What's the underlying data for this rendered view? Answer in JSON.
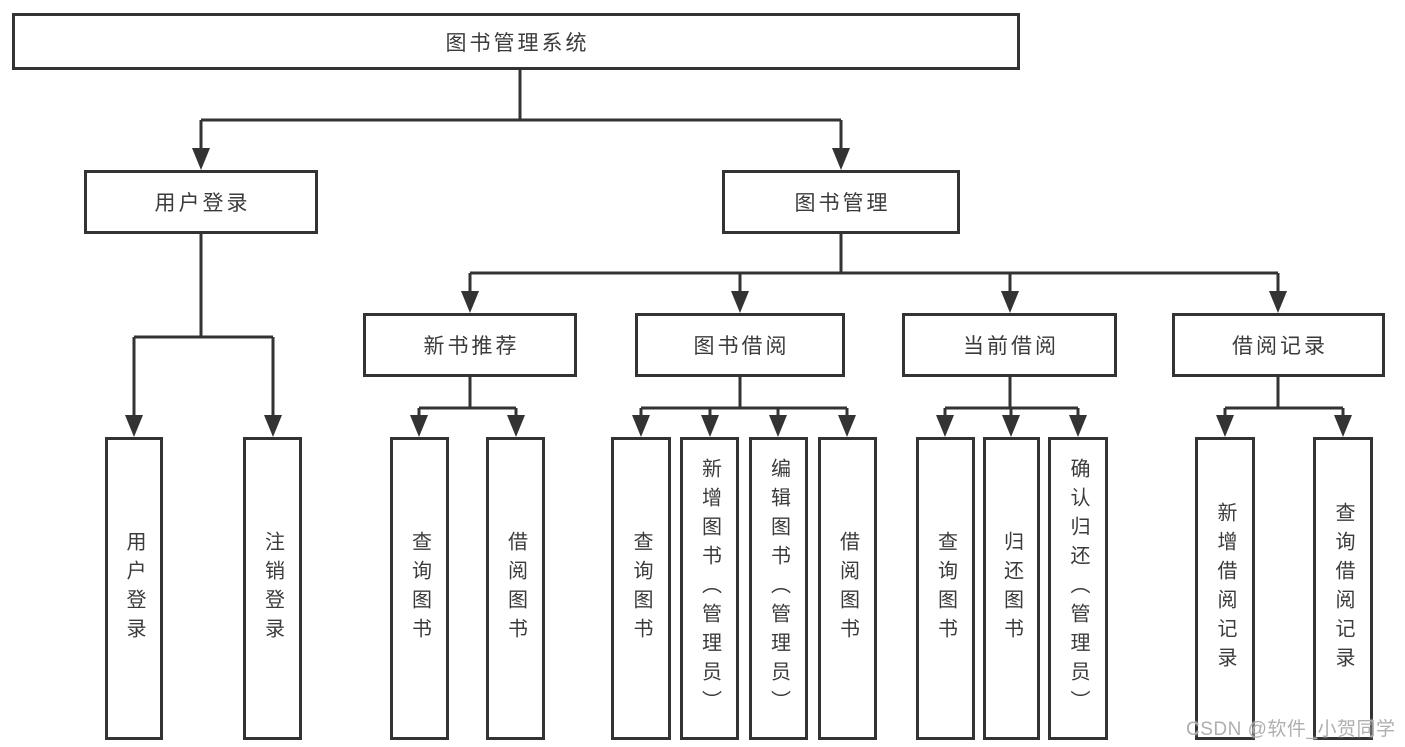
{
  "nodes": {
    "root": "图书管理系统",
    "level2": {
      "user": "用户登录",
      "books": "图书管理"
    },
    "level3": {
      "recommend": "新书推荐",
      "borrow": "图书借阅",
      "current": "当前借阅",
      "records": "借阅记录"
    },
    "level4": {
      "user": [
        "用户登录",
        "注销登录"
      ],
      "recommend": [
        "查询图书",
        "借阅图书"
      ],
      "borrow": [
        "查询图书",
        "新增图书（管理员）",
        "编辑图书（管理员）",
        "借阅图书"
      ],
      "current": [
        "查询图书",
        "归还图书",
        "确认归还（管理员）"
      ],
      "records": [
        "新增借阅记录",
        "查询借阅记录"
      ]
    }
  },
  "colors": {
    "line": "#333333",
    "text": "#3b3b3b",
    "background": "#ffffff",
    "watermark": "#a8a8a8"
  },
  "watermark": "CSDN @软件_小贺同学"
}
